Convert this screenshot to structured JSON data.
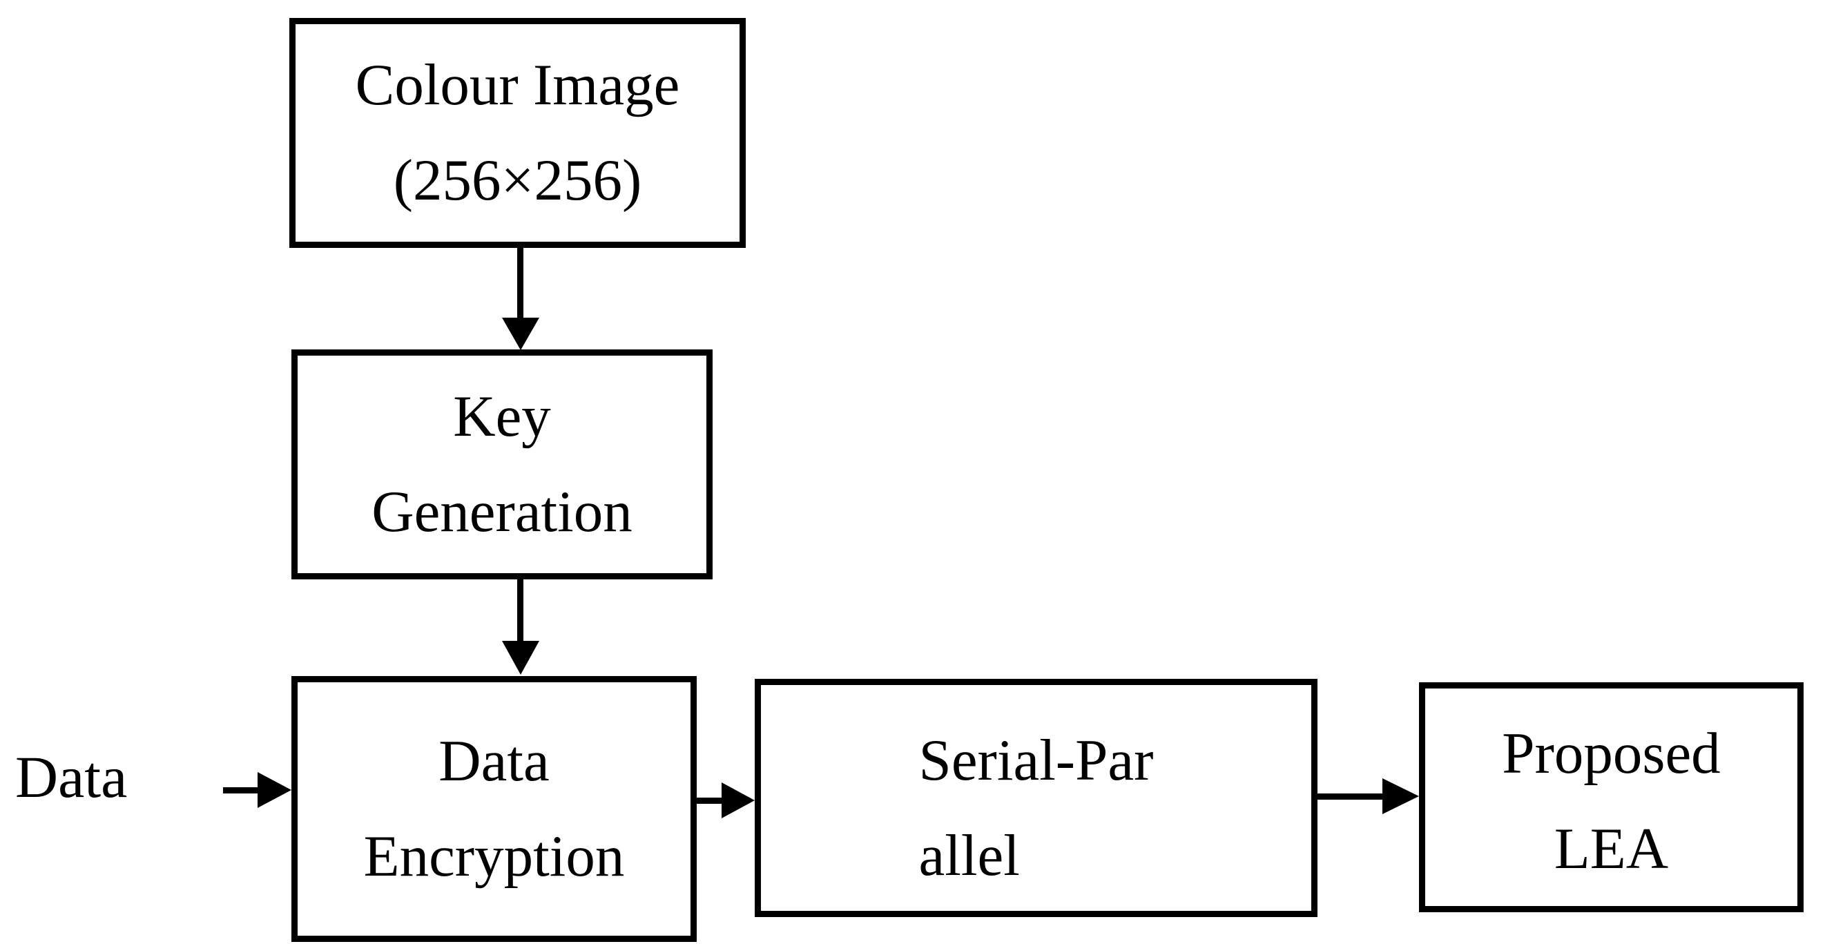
{
  "diagram": {
    "background_color": "#ffffff",
    "line_color": "#000000",
    "input_label": "Data",
    "boxes": {
      "colour_image": {
        "line1": "Colour Image",
        "line2": "(256×256)"
      },
      "key_generation": {
        "line1": "Key",
        "line2": "Generation"
      },
      "data_encryption": {
        "line1": "Data",
        "line2": "Encryption"
      },
      "serial_parallel": {
        "line1": "Serial-Par",
        "line2": "allel"
      },
      "proposed_lea": {
        "line1": "Proposed",
        "line2": "LEA"
      }
    },
    "arrows": [
      {
        "name": "colour-image-to-key-generation",
        "direction": "down"
      },
      {
        "name": "key-generation-to-data-encryption",
        "direction": "down"
      },
      {
        "name": "data-to-data-encryption",
        "direction": "right"
      },
      {
        "name": "data-encryption-to-serial-parallel",
        "direction": "right"
      },
      {
        "name": "serial-parallel-to-proposed-lea",
        "direction": "right"
      }
    ]
  }
}
